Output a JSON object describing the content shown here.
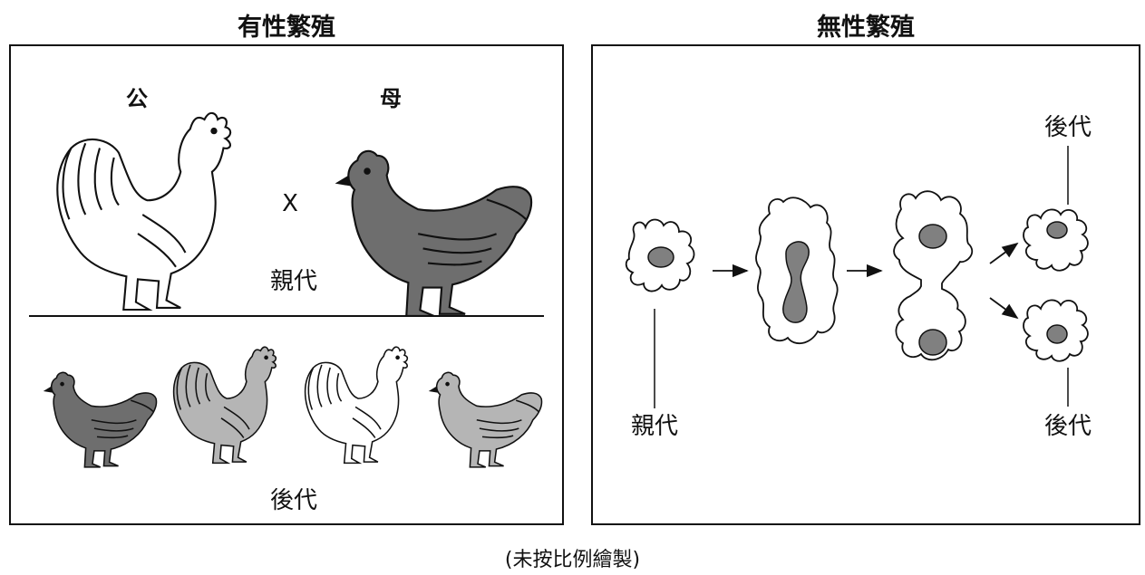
{
  "sexual": {
    "title": "有性繁殖",
    "male_label": "公",
    "female_label": "母",
    "cross_symbol": "X",
    "parent_label": "親代",
    "offspring_label": "後代"
  },
  "asexual": {
    "title": "無性繁殖",
    "parent_label": "親代",
    "offspring_top_label": "後代",
    "offspring_bottom_label": "後代"
  },
  "caption": "(未按比例繪製)",
  "colors": {
    "dark_fill": "#6e6e6e",
    "light_fill": "#b5b5b5",
    "outline": "#111111",
    "nucleus": "#808080"
  }
}
